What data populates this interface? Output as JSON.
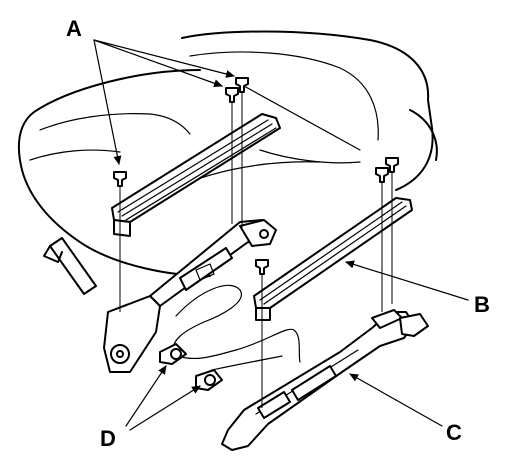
{
  "callouts": {
    "a": "A",
    "b": "B",
    "c": "C",
    "d": "D"
  },
  "icons": [
    "screw-icon",
    "arrow-icon"
  ],
  "colors": {
    "ink": "#000000",
    "paper": "#ffffff"
  }
}
